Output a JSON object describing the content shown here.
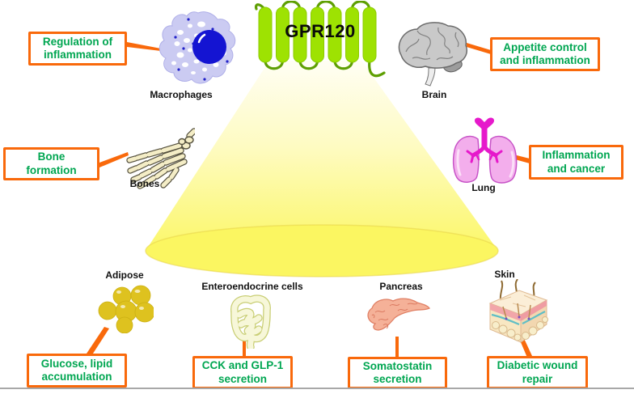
{
  "receptor": {
    "label": "GPR120"
  },
  "colors": {
    "callout_border": "#F9690B",
    "callout_text": "#00A651",
    "connector": "#F9690B",
    "helix_green": "#9EE202",
    "loop_green": "#5E9F03",
    "cone_yellow": "#FBF768",
    "label_text": "#111111"
  },
  "nodes": [
    {
      "key": "macrophages",
      "organ": "Macrophages",
      "box_line1": "Regulation of",
      "box_line2": "inflammation"
    },
    {
      "key": "brain",
      "organ": "Brain",
      "box_line1": "Appetite control",
      "box_line2": "and inflammation"
    },
    {
      "key": "bones",
      "organ": "Bones",
      "box_line1": "Bone",
      "box_line2": "formation"
    },
    {
      "key": "lung",
      "organ": "Lung",
      "box_line1": "Inflammation",
      "box_line2": "and cancer"
    },
    {
      "key": "adipose",
      "organ": "Adipose",
      "box_line1": "Glucose, lipid",
      "box_line2": "accumulation"
    },
    {
      "key": "enteroendocrine",
      "organ": "Enteroendocrine cells",
      "box_line1": "CCK and GLP-1",
      "box_line2": "secretion"
    },
    {
      "key": "pancreas",
      "organ": "Pancreas",
      "box_line1": "Somatostatin",
      "box_line2": "secretion"
    },
    {
      "key": "skin",
      "organ": "Skin",
      "box_line1": "Diabetic wound",
      "box_line2": "repair"
    }
  ]
}
